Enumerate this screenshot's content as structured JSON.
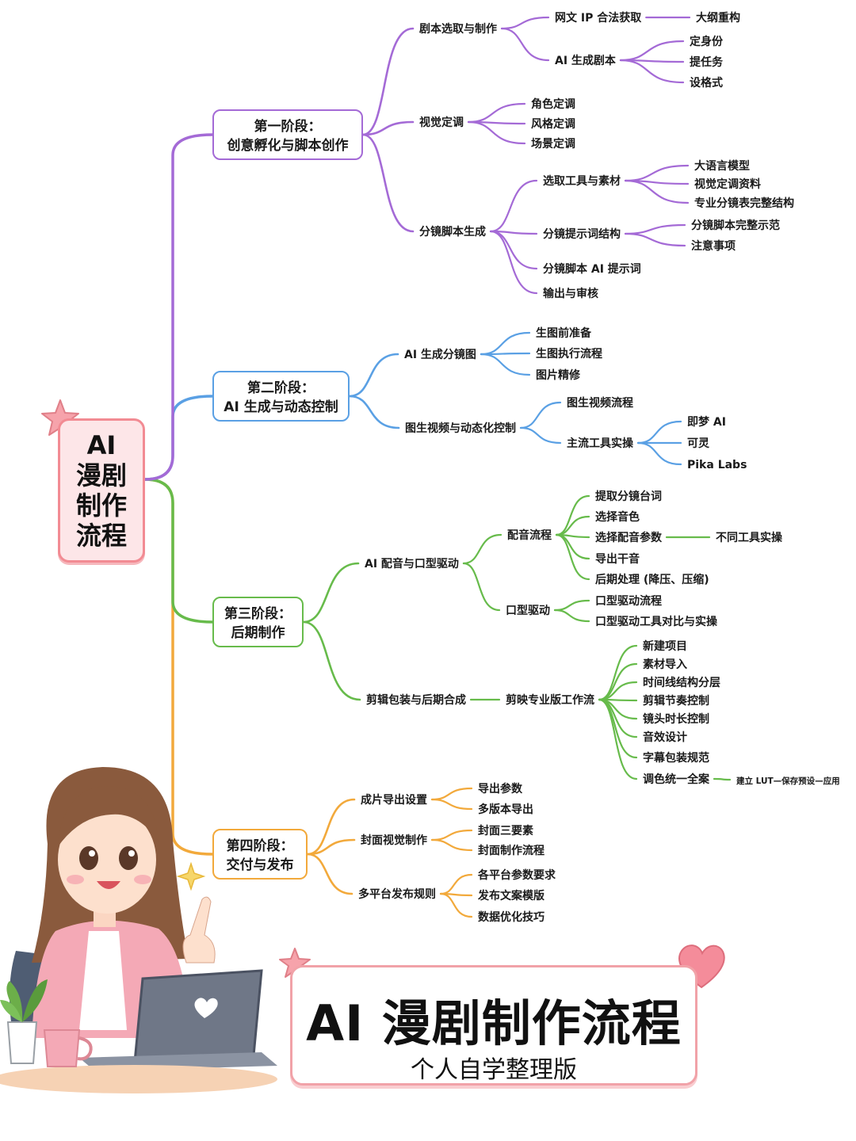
{
  "root": {
    "lines": [
      "AI",
      "漫剧",
      "制作",
      "流程"
    ]
  },
  "colors": {
    "purple": "#a46ad6",
    "blue": "#5aa0e4",
    "green": "#67bb4b",
    "orange": "#f2a93b",
    "pink": "#f28b93",
    "pink_light": "#fde6e8"
  },
  "stages": [
    {
      "line1": "第一阶段：",
      "line2": "创意孵化与脚本创作"
    },
    {
      "line1": "第二阶段：",
      "line2": "AI 生成与动态控制"
    },
    {
      "line1": "第三阶段：",
      "line2": "后期制作"
    },
    {
      "line1": "第四阶段：",
      "line2": "交付与发布"
    }
  ],
  "tree": [
    {
      "label": "剧本选取与制作",
      "children": [
        {
          "label": "网文 IP 合法获取",
          "children": [
            {
              "label": "大纲重构"
            }
          ]
        },
        {
          "label": "AI 生成剧本",
          "children": [
            {
              "label": "定身份"
            },
            {
              "label": "提任务"
            },
            {
              "label": "设格式"
            }
          ]
        }
      ]
    },
    {
      "label": "视觉定调",
      "children": [
        {
          "label": "角色定调"
        },
        {
          "label": "风格定调"
        },
        {
          "label": "场景定调"
        }
      ]
    },
    {
      "label": "分镜脚本生成",
      "children": [
        {
          "label": "选取工具与素材",
          "children": [
            {
              "label": "大语言模型"
            },
            {
              "label": "视觉定调资料"
            },
            {
              "label": "专业分镜表完整结构"
            }
          ]
        },
        {
          "label": "分镜提示词结构",
          "children": [
            {
              "label": "分镜脚本完整示范"
            },
            {
              "label": "注意事项"
            }
          ]
        },
        {
          "label": "分镜脚本 AI 提示词"
        },
        {
          "label": "输出与审核"
        }
      ]
    },
    {
      "label": "AI 生成分镜图",
      "children": [
        {
          "label": "生图前准备"
        },
        {
          "label": "生图执行流程"
        },
        {
          "label": "图片精修"
        }
      ]
    },
    {
      "label": "图生视频与动态化控制",
      "children": [
        {
          "label": "图生视频流程"
        },
        {
          "label": "主流工具实操",
          "children": [
            {
              "label": "即梦 AI"
            },
            {
              "label": "可灵"
            },
            {
              "label": "Pika Labs"
            }
          ]
        }
      ]
    },
    {
      "label": "AI 配音与口型驱动",
      "children": [
        {
          "label": "配音流程",
          "children": [
            {
              "label": "提取分镜台词"
            },
            {
              "label": "选择音色"
            },
            {
              "label": "选择配音参数",
              "children": [
                {
                  "label": "不同工具实操"
                }
              ]
            },
            {
              "label": "导出干音"
            },
            {
              "label": "后期处理 (降压、压缩)"
            }
          ]
        },
        {
          "label": "口型驱动",
          "children": [
            {
              "label": "口型驱动流程"
            },
            {
              "label": "口型驱动工具对比与实操"
            }
          ]
        }
      ]
    },
    {
      "label": "剪辑包装与后期合成",
      "children": [
        {
          "label": "剪映专业版工作流",
          "children": [
            {
              "label": "新建项目"
            },
            {
              "label": "素材导入"
            },
            {
              "label": "时间线结构分层"
            },
            {
              "label": "剪辑节奏控制"
            },
            {
              "label": "镜头时长控制"
            },
            {
              "label": "音效设计"
            },
            {
              "label": "字幕包装规范"
            },
            {
              "label": "调色统一全案",
              "children": [
                {
                  "label": "建立 LUT—保存预设—应用"
                }
              ]
            }
          ]
        }
      ]
    },
    {
      "label": "成片导出设置",
      "children": [
        {
          "label": "导出参数"
        },
        {
          "label": "多版本导出"
        }
      ]
    },
    {
      "label": "封面视觉制作",
      "children": [
        {
          "label": "封面三要素"
        },
        {
          "label": "封面制作流程"
        }
      ]
    },
    {
      "label": "多平台发布规则",
      "children": [
        {
          "label": "各平台参数要求"
        },
        {
          "label": "发布文案模版"
        },
        {
          "label": "数据优化技巧"
        }
      ]
    }
  ],
  "banner": {
    "title": "AI 漫剧制作流程",
    "subtitle": "个人自学整理版"
  }
}
